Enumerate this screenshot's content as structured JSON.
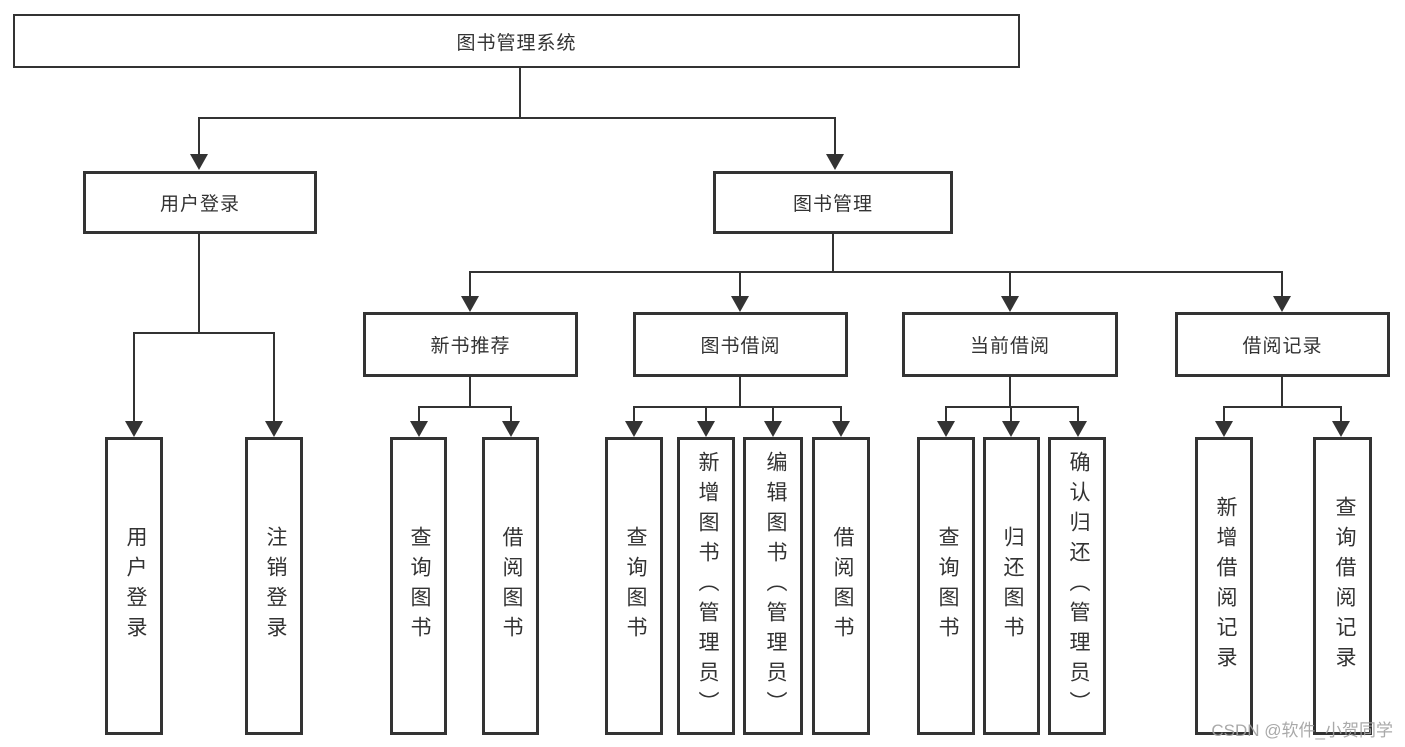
{
  "tree": {
    "root": {
      "label": "图书管理系统",
      "children": [
        {
          "label": "用户登录",
          "children": [
            {
              "label": "用户登录"
            },
            {
              "label": "注销登录"
            }
          ]
        },
        {
          "label": "图书管理",
          "children": [
            {
              "label": "新书推荐",
              "children": [
                {
                  "label": "查询图书"
                },
                {
                  "label": "借阅图书"
                }
              ]
            },
            {
              "label": "图书借阅",
              "children": [
                {
                  "label": "查询图书"
                },
                {
                  "label": "新增图书（管理员）"
                },
                {
                  "label": "编辑图书（管理员）"
                },
                {
                  "label": "借阅图书"
                }
              ]
            },
            {
              "label": "当前借阅",
              "children": [
                {
                  "label": "查询图书"
                },
                {
                  "label": "归还图书"
                },
                {
                  "label": "确认归还（管理员）"
                }
              ]
            },
            {
              "label": "借阅记录",
              "children": [
                {
                  "label": "新增借阅记录"
                },
                {
                  "label": "查询借阅记录"
                }
              ]
            }
          ]
        }
      ]
    }
  },
  "watermark": {
    "text": "CSDN @软件_小贺同学"
  },
  "colors": {
    "line": "#333333",
    "text": "#333333",
    "watermark": "#a0a0a0",
    "background": "#ffffff"
  }
}
